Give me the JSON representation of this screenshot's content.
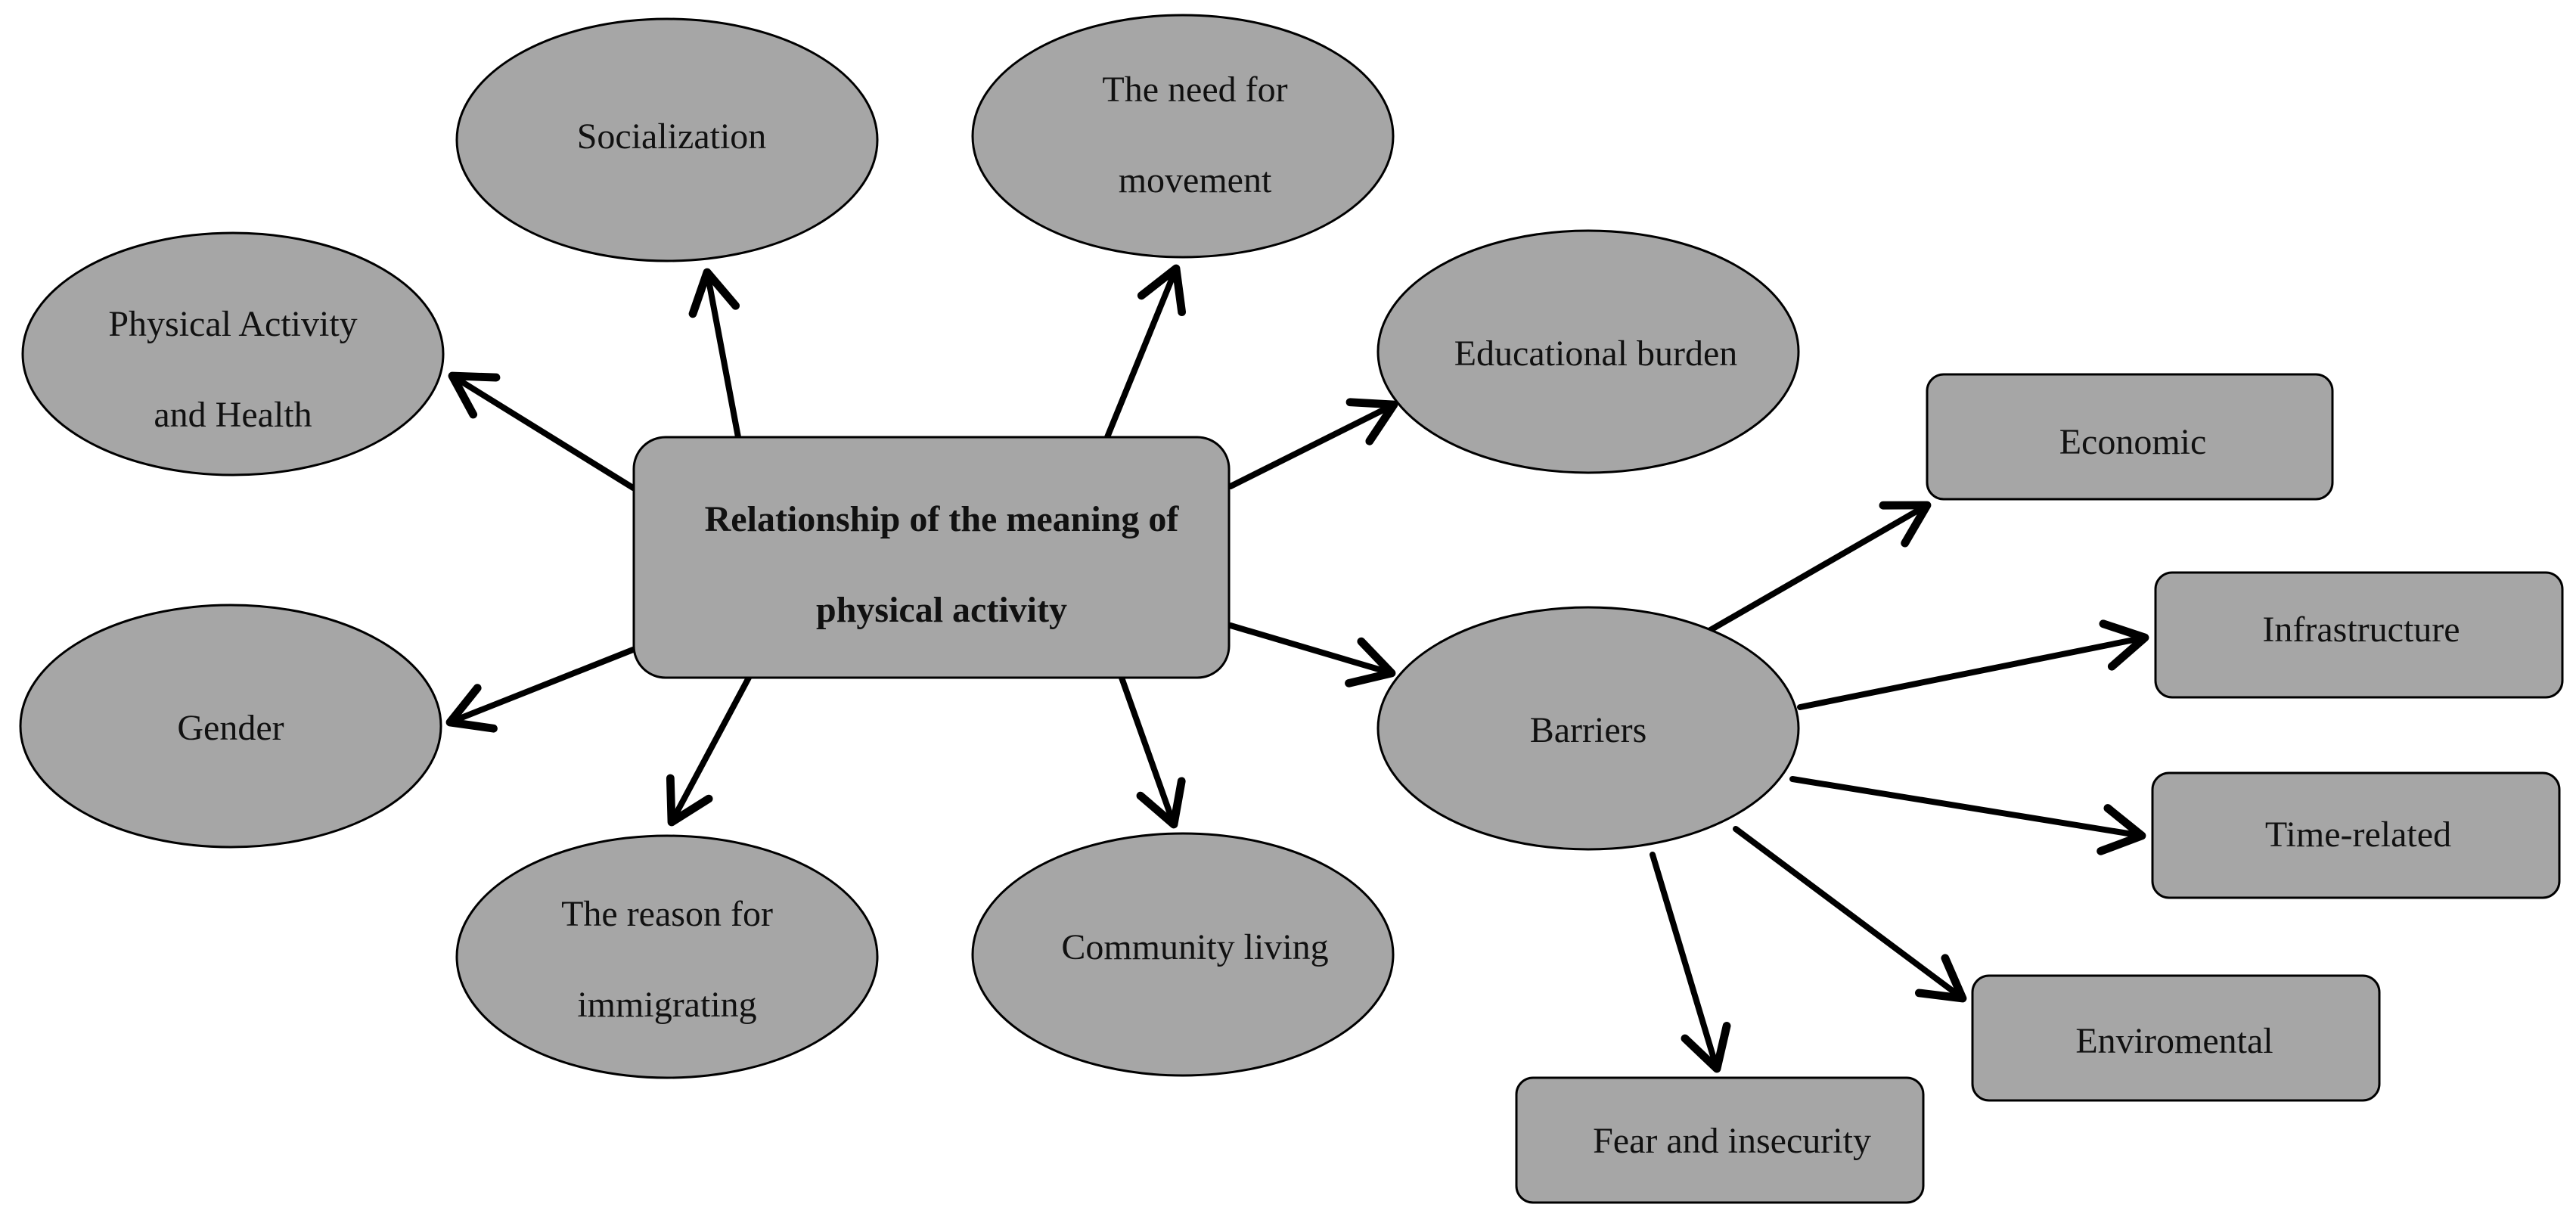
{
  "diagram": {
    "center": {
      "line1": "Relationship of the meaning of",
      "line2": "physical activity"
    },
    "nodes": {
      "socialization": "Socialization",
      "movement": {
        "line1": "The need for",
        "line2": "movement"
      },
      "health": {
        "line1": "Physical Activity",
        "line2": "and Health"
      },
      "educational": "Educational burden",
      "gender": "Gender",
      "immigrating": {
        "line1": "The reason for",
        "line2": "immigrating"
      },
      "community": "Community living",
      "barriers": "Barriers"
    },
    "barrier_items": {
      "economic": "Economic",
      "infrastructure": "Infrastructure",
      "time": "Time-related",
      "environmental": "Enviromental",
      "fear": "Fear and insecurity"
    }
  },
  "colors": {
    "fill": "#a6a6a6",
    "stroke": "#000000",
    "text": "#111111"
  }
}
